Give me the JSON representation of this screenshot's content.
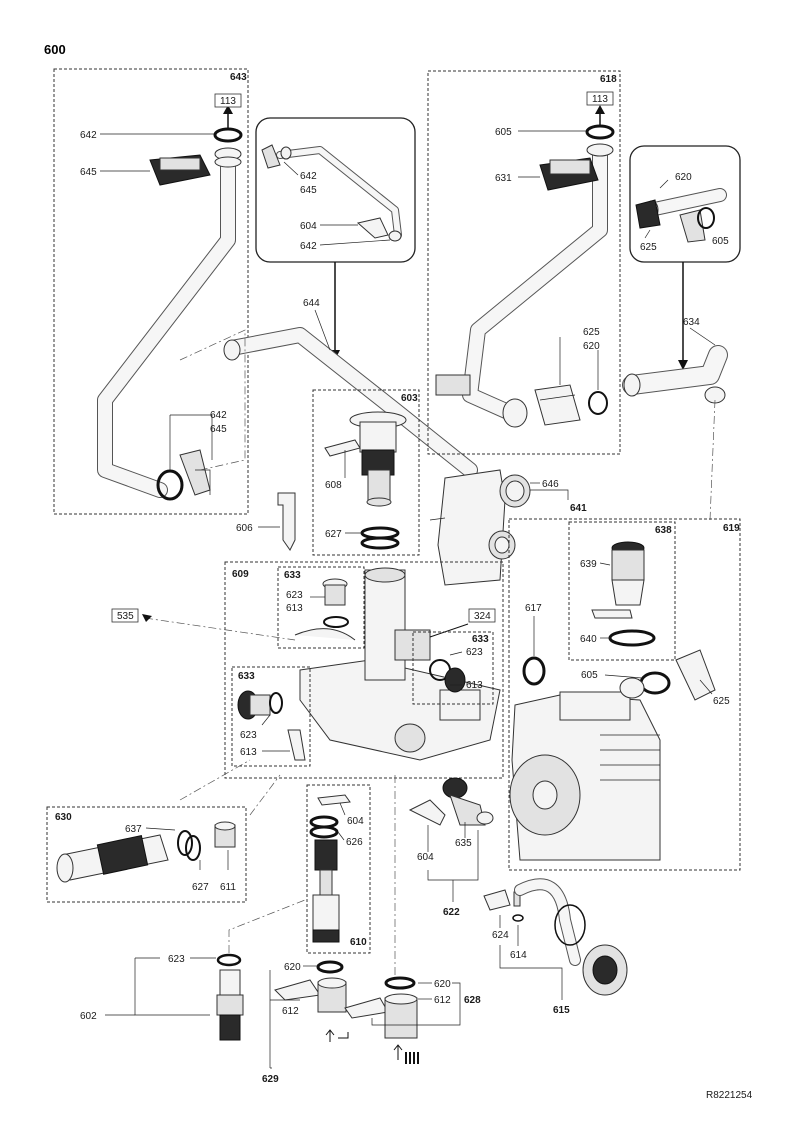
{
  "diagram": {
    "title": "600",
    "reference_code": "R8221254",
    "groups": {
      "g643": "643",
      "g618": "618",
      "g603": "603",
      "g638": "638",
      "g619": "619",
      "g609": "609",
      "g633a": "633",
      "g633b": "633",
      "g633c": "633",
      "g630": "630",
      "g610": "610",
      "g628": "628",
      "g629": "629",
      "g622": "622",
      "g641": "641",
      "g615": "615"
    },
    "refs": {
      "r113a": "113",
      "r113b": "113",
      "r535": "535",
      "r324": "324"
    },
    "labels": {
      "l642a": "642",
      "l645a": "645",
      "l642b": "642",
      "l645b": "645",
      "l604a": "604",
      "l642c": "642",
      "l644": "644",
      "l642d": "642",
      "l645c": "645",
      "l605a": "605",
      "l631": "631",
      "l620a": "620",
      "l625a": "625",
      "l605b": "605",
      "l634": "634",
      "l625b": "625",
      "l620b": "620",
      "l608": "608",
      "l627a": "627",
      "l606": "606",
      "l646": "646",
      "l639": "639",
      "l640": "640",
      "l617": "617",
      "l605c": "605",
      "l625c": "625",
      "l623a": "623",
      "l613a": "613",
      "l623b": "623",
      "l613b": "613",
      "l623c": "623",
      "l613c": "613",
      "l637": "637",
      "l627b": "627",
      "l611": "611",
      "l604b": "604",
      "l626": "626",
      "l604c": "604",
      "l635": "635",
      "l624": "624",
      "l614": "614",
      "l623d": "623",
      "l602": "602",
      "l620c": "620",
      "l612a": "612",
      "l620d": "620",
      "l612b": "612"
    }
  }
}
